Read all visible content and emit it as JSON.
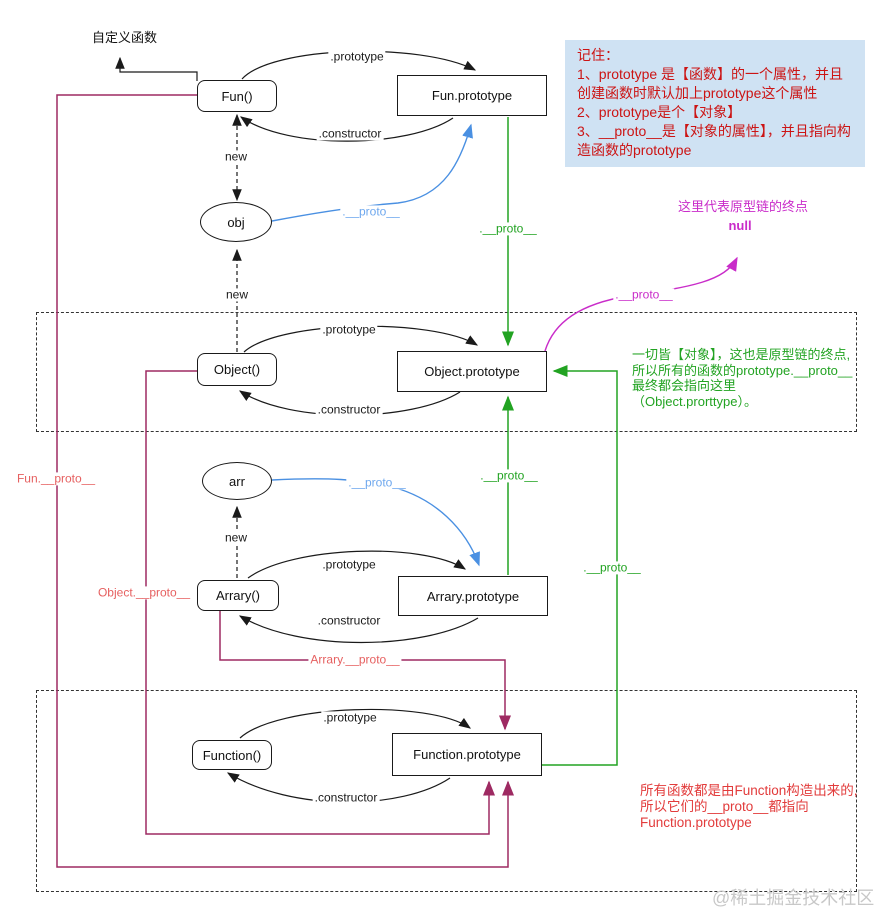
{
  "title_label": "自定义函数",
  "nodes": {
    "fun": "Fun()",
    "fun_prototype": "Fun.prototype",
    "obj": "obj",
    "object": "Object()",
    "object_prototype": "Object.prototype",
    "arr": "arr",
    "arrary": "Arrary()",
    "arrary_prototype": "Arrary.prototype",
    "function": "Function()",
    "function_prototype": "Function.prototype"
  },
  "edges": {
    "prototype": ".prototype",
    "constructor": ".constructor",
    "new": "new",
    "proto": ".__proto__",
    "fun_proto": "Fun.__proto__",
    "object_proto": "Object.__proto__",
    "arrary_proto": "Arrary.__proto__"
  },
  "note_box": {
    "title": "记住：",
    "item1": "1、prototype 是【函数】的一个属性，并且创建函数时默认加上prototype这个属性",
    "item2": "2、prototype是个【对象】",
    "item3": "3、__proto__是【对象的属性】，并且指向构造函数的prototype"
  },
  "annotations": {
    "chain_end": "这里代表原型链的终点",
    "null_label": "null",
    "object_note": "一切皆【对象】，这也是原型链的终点,所以所有的函数的prototype.__proto__最终都会指向这里（Object.prorttype）。",
    "function_note": "所有函数都是由Function构造出来的,\n所以它们的__proto__都指向\nFunction.prototype"
  },
  "watermark": "@稀土掘金技术社区",
  "colors": {
    "maroon_line": "#9e2a62",
    "green_line": "#22a322",
    "blue_line": "#4a90e2",
    "magenta_line": "#c92cc9",
    "red_label": "#e66060",
    "note_text": "#cc1414",
    "note_bg": "#cfe2f3",
    "function_note_text": "#e23b3b"
  }
}
